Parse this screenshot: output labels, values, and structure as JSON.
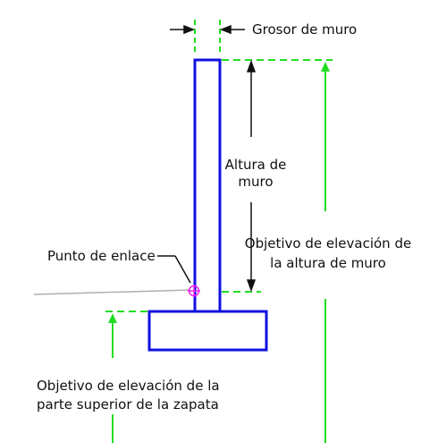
{
  "labels": {
    "wall_thickness": "Grosor de muro",
    "wall_height_line1": "Altura de",
    "wall_height_line2": "muro",
    "wall_top_target_line1": "Objetivo de elevación de",
    "wall_top_target_line2": "la altura de muro",
    "attachment_point": "Punto de enlace",
    "footing_top_target_line1": "Objetivo de elevación de la",
    "footing_top_target_line2": "parte superior de la zapata"
  },
  "colors": {
    "wall": "#1010e0",
    "dimension": "#22dd22",
    "arrow": "#111111",
    "ground": "#b0b0b0",
    "attachment_marker": "#ee22ee"
  }
}
